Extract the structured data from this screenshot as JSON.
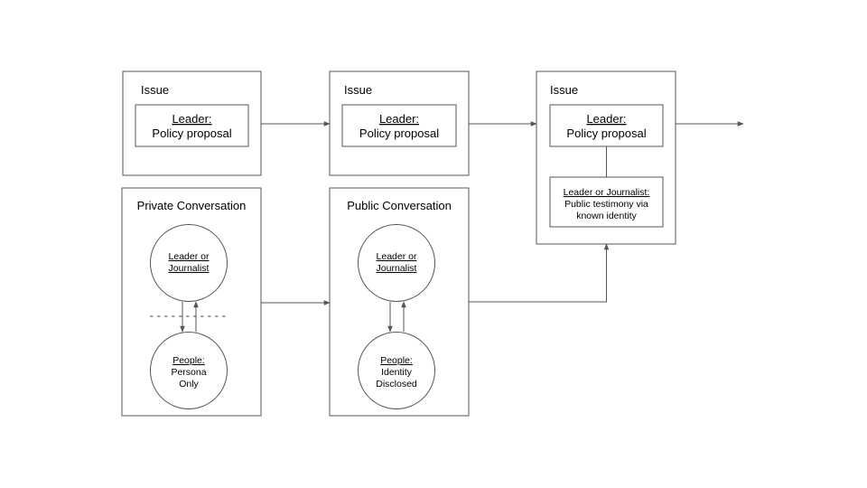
{
  "issues": [
    {
      "title": "Issue",
      "label": "Leader:",
      "text": "Policy proposal"
    },
    {
      "title": "Issue",
      "label": "Leader:",
      "text": "Policy proposal"
    },
    {
      "title": "Issue",
      "label": "Leader:",
      "text": "Policy proposal"
    }
  ],
  "testimony": {
    "label": "Leader or Journalist:",
    "line1": "Public testimony via",
    "line2": "known identity"
  },
  "private_conversation": {
    "title": "Private Conversation",
    "top_line1": "Leader or",
    "top_line2": "Journalist",
    "bottom_label": "People:",
    "bottom_line1": "Persona",
    "bottom_line2": "Only"
  },
  "public_conversation": {
    "title": "Public Conversation",
    "top_line1": "Leader or",
    "top_line2": "Journalist",
    "bottom_label": "People:",
    "bottom_line1": "Identity",
    "bottom_line2": "Disclosed"
  },
  "colors": {
    "stroke": "#555555",
    "dots": "#999999",
    "background": "#ffffff"
  }
}
